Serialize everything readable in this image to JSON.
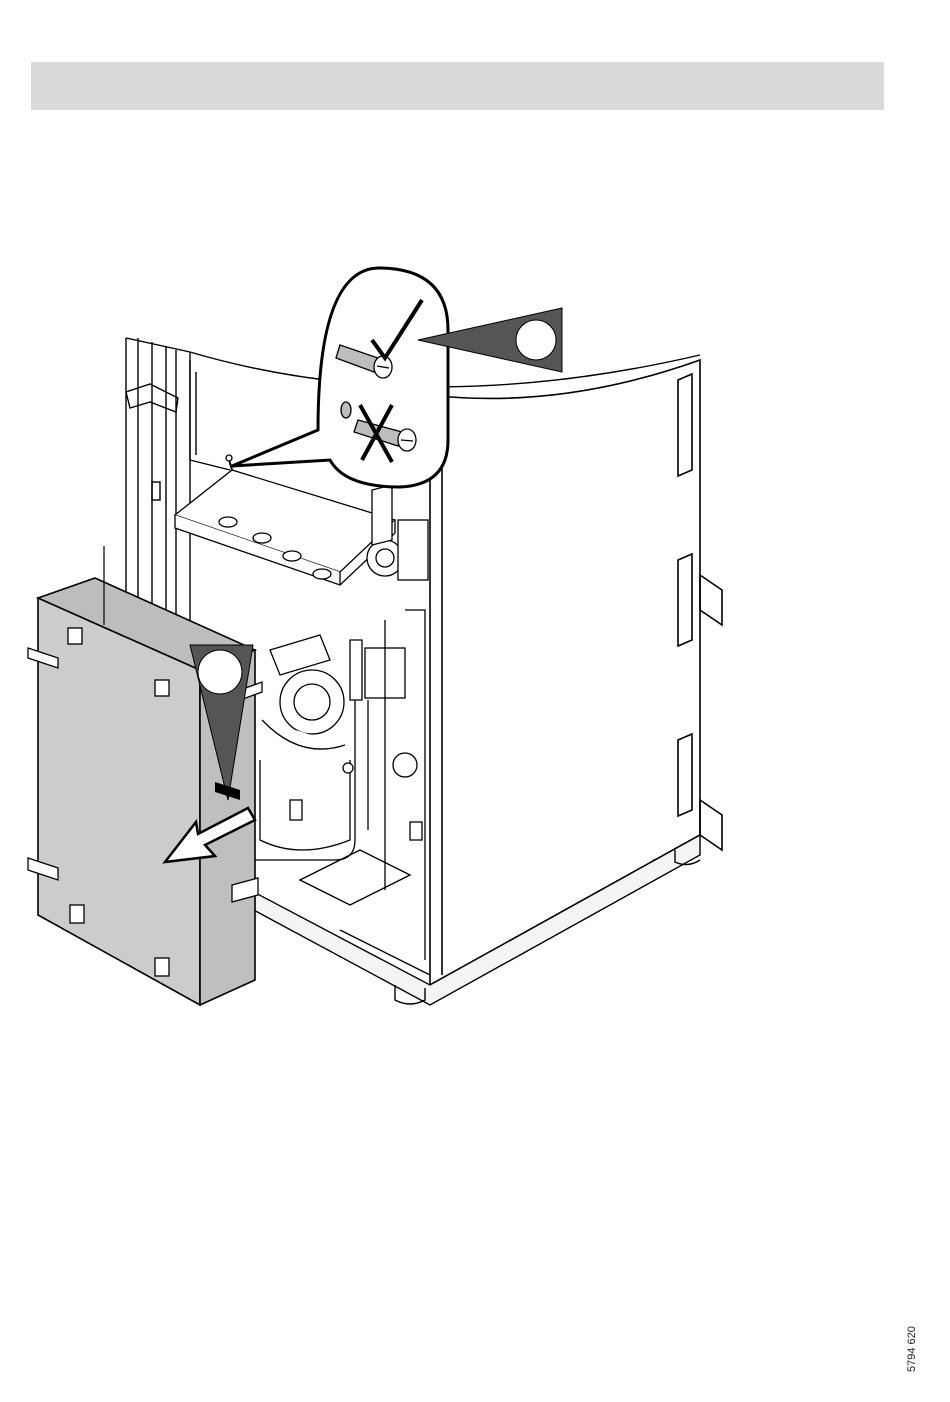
{
  "page": {
    "document_number": "5794 620"
  },
  "illustration": {
    "callouts": [
      {
        "id": "screw-detail",
        "symbols": [
          "check",
          "cross"
        ]
      },
      {
        "id": "panel-removal",
        "symbols": [
          "arrow"
        ]
      }
    ],
    "colors": {
      "line": "#000000",
      "panel_fill": "#cccccc",
      "callout_fill": "#555555",
      "header_bar": "#d9d9d9"
    }
  }
}
